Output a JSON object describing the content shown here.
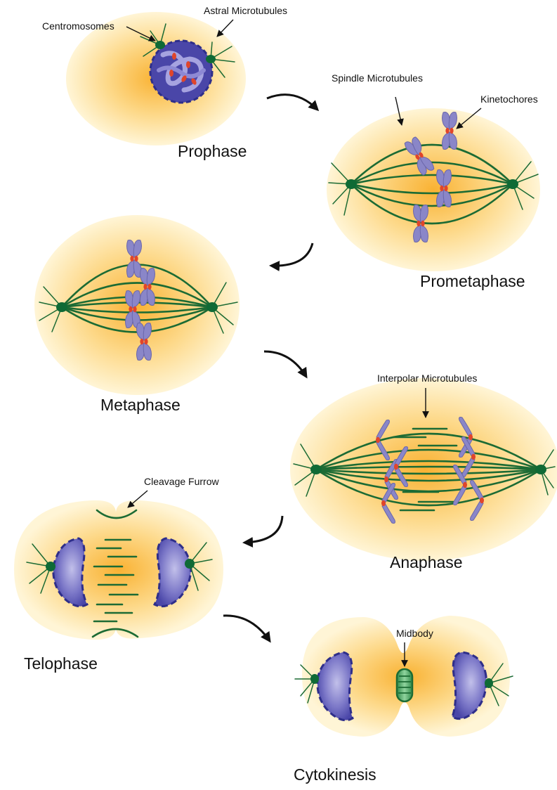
{
  "stages": {
    "prophase": "Prophase",
    "prometaphase": "Prometaphase",
    "metaphase": "Metaphase",
    "anaphase": "Anaphase",
    "telophase": "Telophase",
    "cytokinesis": "Cytokinesis"
  },
  "annotations": {
    "centromosomes": "Centromosomes",
    "astral_microtubules": "Astral Microtubules",
    "spindle_microtubules": "Spindle Microtubules",
    "kinetochores": "Kinetochores",
    "interpolar_microtubules": "Interpolar Microtubules",
    "cleavage_furrow": "Cleavage Furrow",
    "midbody": "Midbody"
  },
  "colors": {
    "cell_center": "#f9b233",
    "cell_edge": "#fff5d6",
    "microtubule": "#1c6b34",
    "centrosome": "#0f6a35",
    "chromosome": "#8a86c8",
    "kinetochore": "#e0452b",
    "nucleus": "#4a46a8"
  }
}
